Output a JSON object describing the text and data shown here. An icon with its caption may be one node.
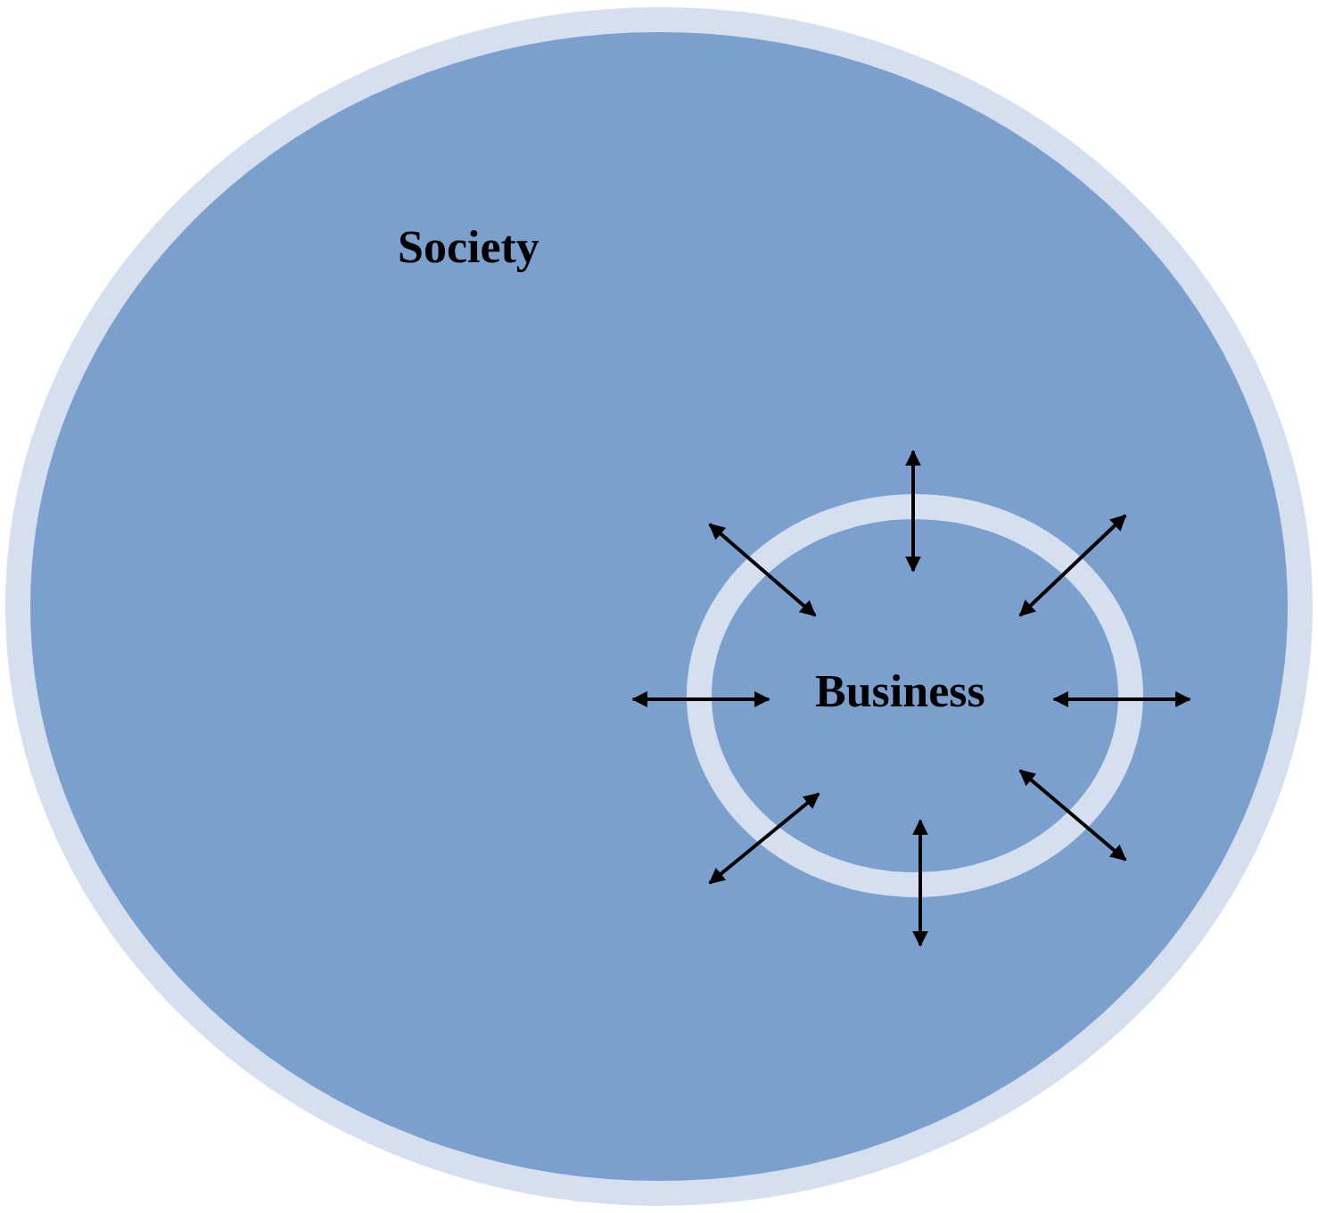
{
  "diagram": {
    "nodes": [
      {
        "text": [
          "Society"
        ]
      },
      {
        "text": [
          "Business"
        ],
        "in": 0
      }
    ]
  }
}
